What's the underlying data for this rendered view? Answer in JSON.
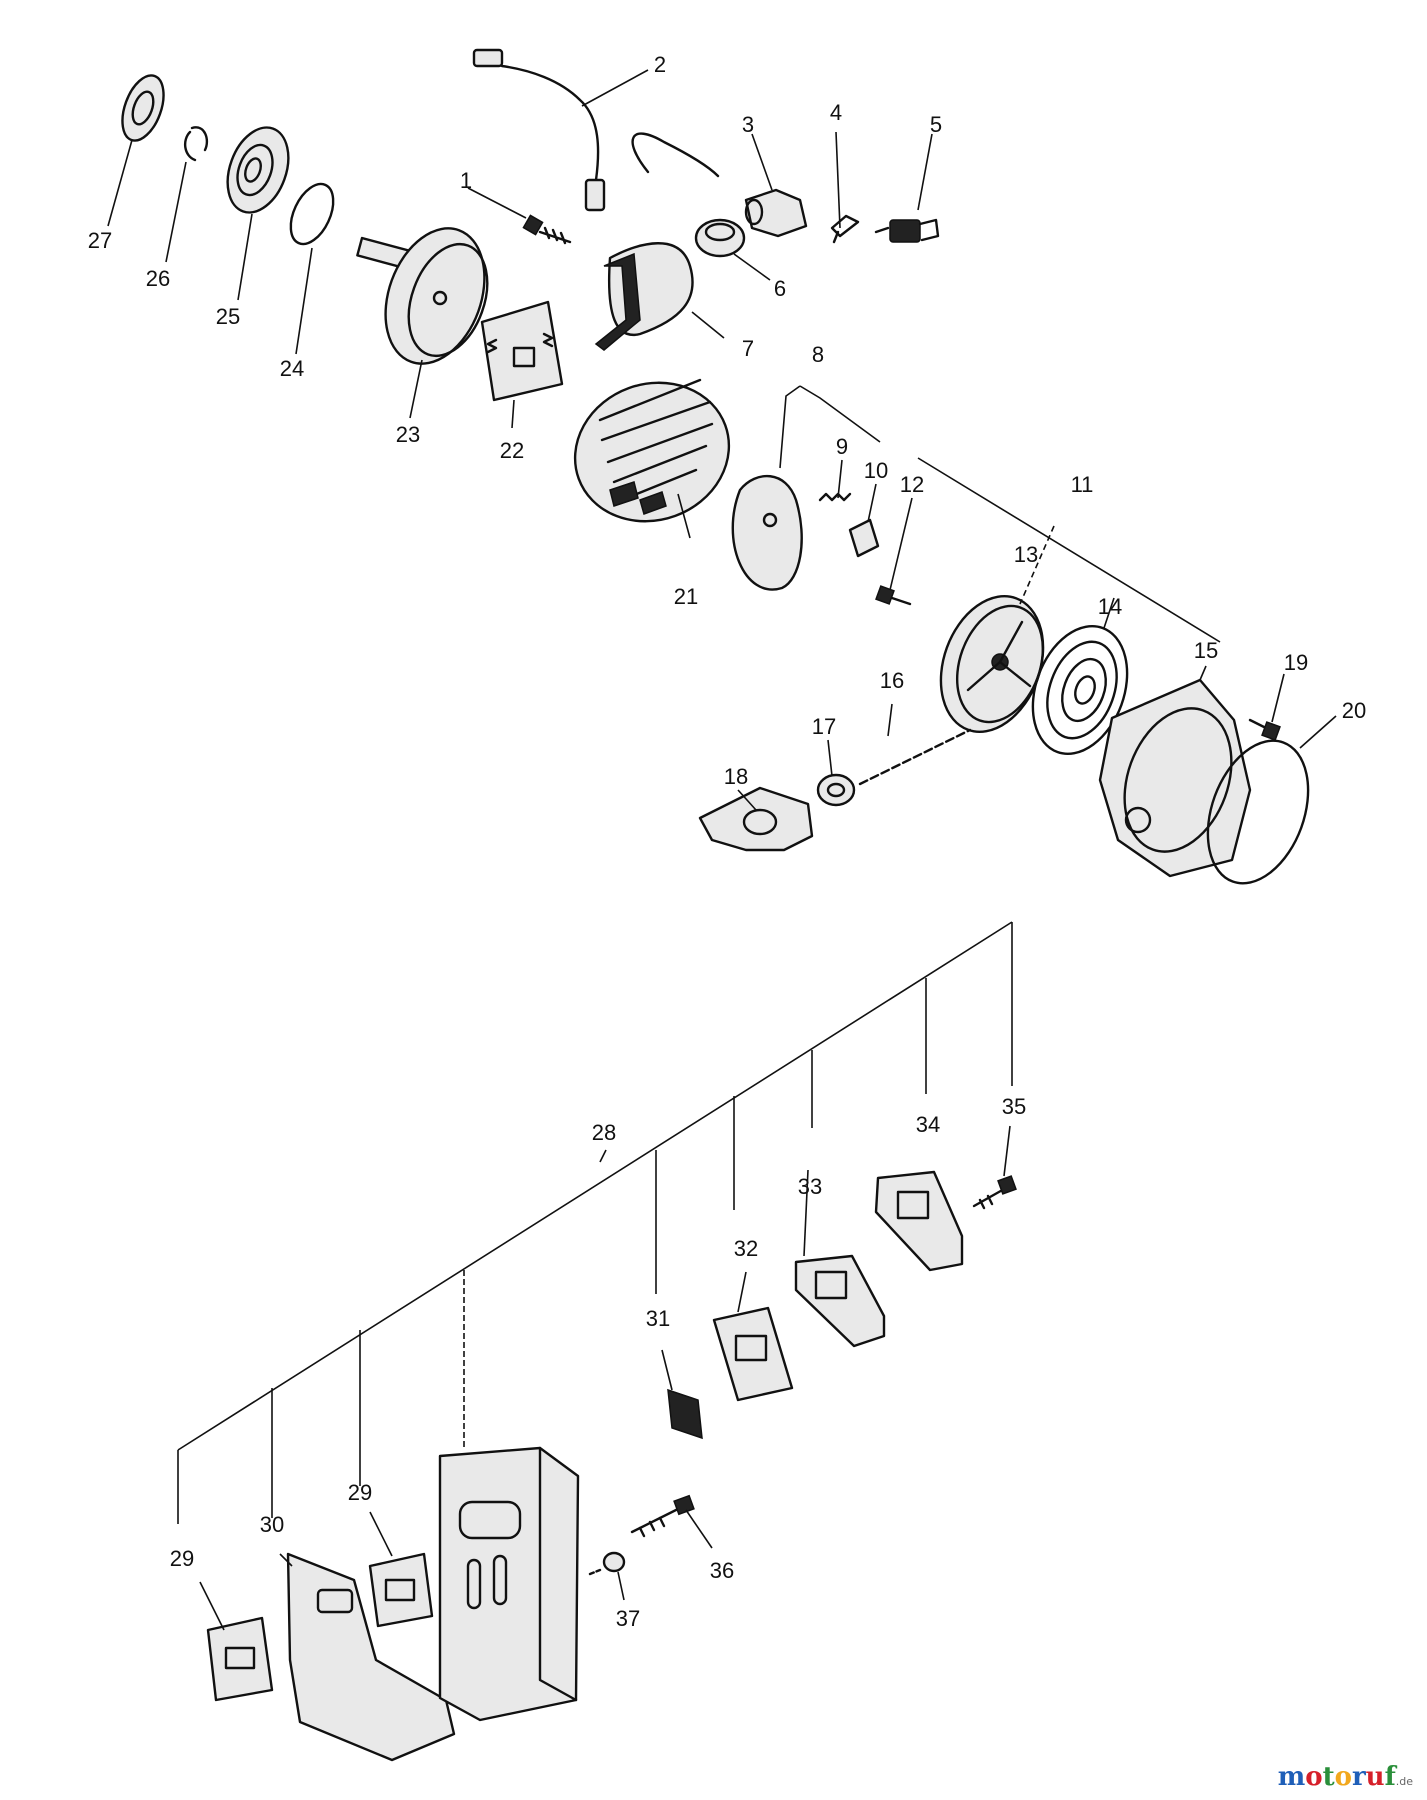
{
  "callouts": {
    "c1": "1",
    "c2": "2",
    "c3": "3",
    "c4": "4",
    "c5": "5",
    "c6": "6",
    "c7": "7",
    "c8": "8",
    "c9": "9",
    "c10": "10",
    "c11": "11",
    "c12": "12",
    "c13": "13",
    "c14": "14",
    "c15": "15",
    "c16": "16",
    "c17": "17",
    "c18": "18",
    "c19": "19",
    "c20": "20",
    "c21": "21",
    "c22": "22",
    "c23": "23",
    "c24": "24",
    "c25": "25",
    "c26": "26",
    "c27": "27",
    "c28": "28",
    "c29a": "29",
    "c29b": "29",
    "c30": "30",
    "c31": "31",
    "c32": "32",
    "c33": "33",
    "c34": "34",
    "c35": "35",
    "c36": "36",
    "c37": "37"
  },
  "watermark": {
    "letters": [
      "m",
      "o",
      "t",
      "o",
      "r",
      "u",
      "f"
    ],
    "colors": [
      "#1f5fb8",
      "#d6202a",
      "#2a8f3a",
      "#f2a81d",
      "#1f5fb8",
      "#d6202a",
      "#2a8f3a"
    ],
    "domain": ".de"
  }
}
